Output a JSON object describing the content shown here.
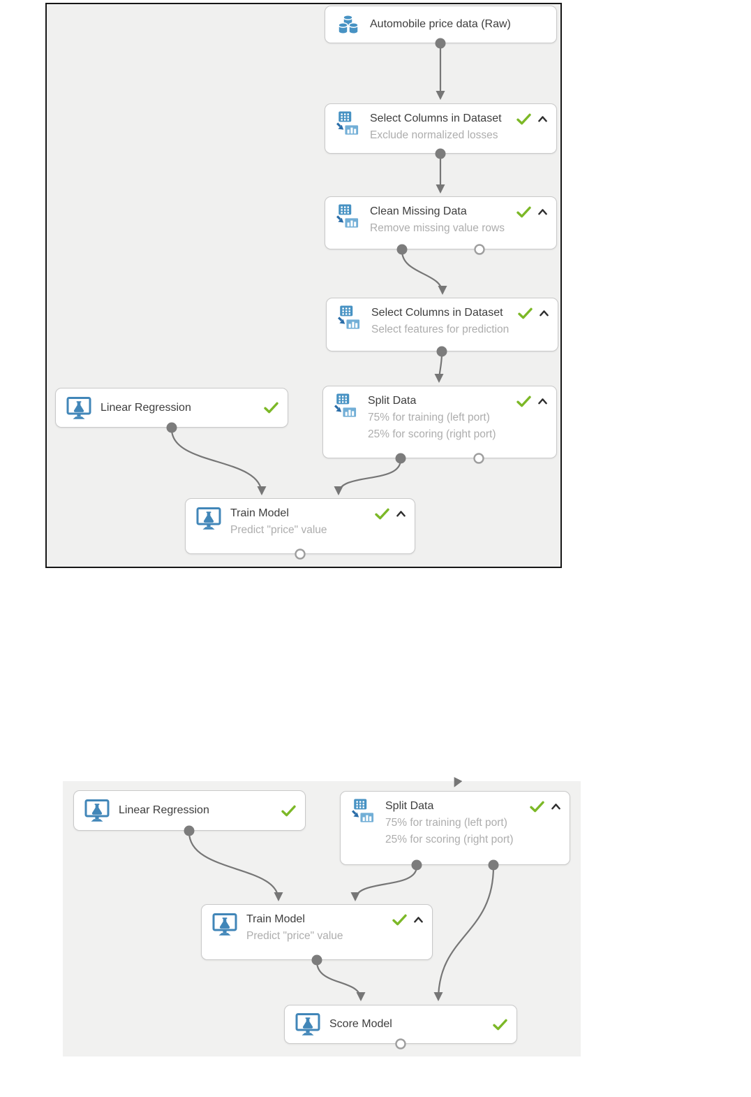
{
  "colors": {
    "canvas_background": "#f0f0ef",
    "frame_border": "#161616",
    "node_background": "#ffffff",
    "node_border": "#c9c9c9",
    "title_text": "#3d3d3d",
    "subtitle_text": "#adadad",
    "icon_blue": "#4792c3",
    "icon_blue_dark": "#2a6da8",
    "icon_blue_light": "#71aed6",
    "check_green": "#7cb827",
    "chevron_dark": "#2d2d2d",
    "connector_gray": "#767676",
    "port_filled": "#7c7c7c",
    "port_hollow_border": "#9e9e9e"
  },
  "icons": {
    "dataset": "database-cylinders",
    "transform": "table-transform-chart",
    "model": "monitor-flask",
    "status_ok": "green-check",
    "collapse": "chevron-up"
  },
  "diagram1": {
    "dataset": {
      "title": "Automobile price data (Raw)"
    },
    "select1": {
      "title": "Select Columns in Dataset",
      "subtitle": "Exclude normalized losses"
    },
    "clean": {
      "title": "Clean Missing Data",
      "subtitle": "Remove missing value rows"
    },
    "select2": {
      "title": "Select Columns in Dataset",
      "subtitle": "Select features for prediction"
    },
    "split": {
      "title": "Split Data",
      "subtitle1": "75% for training (left port)",
      "subtitle2": "25% for scoring (right port)"
    },
    "linear_regression": {
      "title": "Linear Regression"
    },
    "train": {
      "title": "Train Model",
      "subtitle": "Predict \"price\" value"
    }
  },
  "diagram2": {
    "linear_regression": {
      "title": "Linear Regression"
    },
    "split": {
      "title": "Split Data",
      "subtitle1": "75% for training (left port)",
      "subtitle2": "25% for scoring (right port)"
    },
    "train": {
      "title": "Train Model",
      "subtitle": "Predict \"price\" value"
    },
    "score": {
      "title": "Score Model"
    }
  }
}
